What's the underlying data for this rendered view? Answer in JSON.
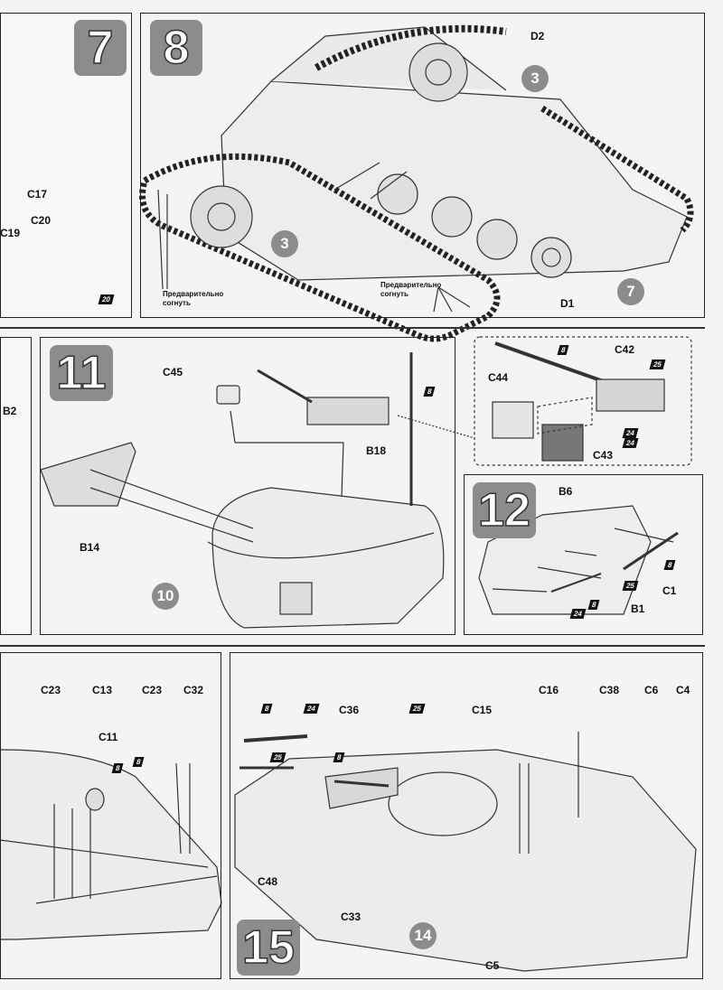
{
  "steps": {
    "s7": "7",
    "s8": "8",
    "s11": "11",
    "s12": "12",
    "s15": "15"
  },
  "circles": {
    "c3a": "3",
    "c3b": "3",
    "c7": "7",
    "c10": "10",
    "c14": "14"
  },
  "parts": {
    "C17": "C17",
    "C20": "C20",
    "C19": "C19",
    "D2": "D2",
    "D1": "D1",
    "C45": "C45",
    "B18": "B18",
    "B14": "B14",
    "B2": "B2",
    "C42": "C42",
    "C44": "C44",
    "C43": "C43",
    "B6": "B6",
    "C1": "C1",
    "B1": "B1",
    "C23a": "C23",
    "C13": "C13",
    "C23b": "C23",
    "C32": "C32",
    "C11": "C11",
    "C36": "C36",
    "C48": "C48",
    "C33": "C33",
    "C15": "C15",
    "C16": "C16",
    "C38": "C38",
    "C6": "C6",
    "C4": "C4",
    "C5": "C5"
  },
  "notes": {
    "bend1": "Предварительно\nсогнуть",
    "bend2": "Предварительно\nсогнуть"
  },
  "paint_tags": {
    "t20": "20",
    "t8a": "8",
    "t8b": "8",
    "t25a": "25",
    "t24a": "24",
    "t24b": "24",
    "t8c": "8",
    "t25b": "25",
    "t8d": "8",
    "t24c": "24",
    "t8e": "8",
    "t8f": "8",
    "t8g": "8",
    "t24d": "24",
    "t25c": "25",
    "t25d": "25",
    "t8h": "8"
  }
}
